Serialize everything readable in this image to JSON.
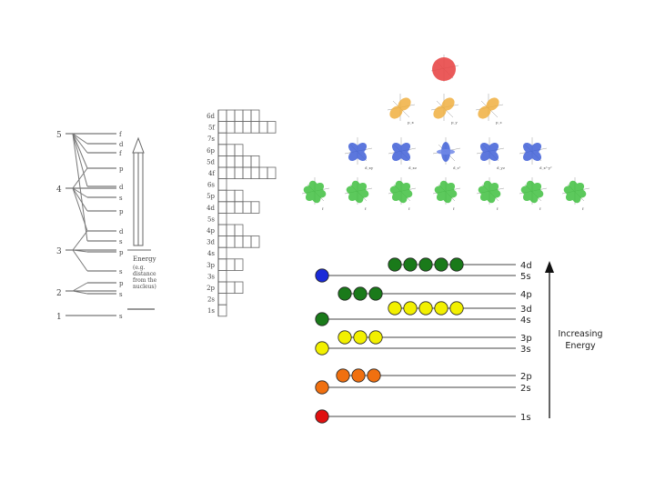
{
  "left_diagram": {
    "shells": [
      "5",
      "4",
      "3",
      "2",
      "1"
    ],
    "sublevel_labels": [
      "f",
      "d",
      "f",
      "p",
      "d",
      "s",
      "p",
      "d",
      "s",
      "p",
      "s",
      "p",
      "s",
      "s"
    ],
    "energy_caption": [
      "Energy",
      "(e.g.",
      "distance",
      "from the",
      "nucleus)"
    ]
  },
  "middle_table": {
    "rows": [
      "6d",
      "5f",
      "7s",
      "6p",
      "5d",
      "4f",
      "6s",
      "5p",
      "4d",
      "5s",
      "4p",
      "3d",
      "4s",
      "3p",
      "3s",
      "2p",
      "2s",
      "1s"
    ]
  },
  "orbital_shapes": {
    "colors": {
      "s": "#e84848",
      "p": "#f0b040",
      "d": "#4060d8",
      "f": "#40c040"
    },
    "row_labels": {
      "p": [
        "p_x",
        "p_y",
        "p_z"
      ],
      "d": [
        "d_xy",
        "d_xz",
        "d_z²",
        "d_yz",
        "d_x²-y²"
      ],
      "f": [
        "f",
        "f",
        "f",
        "f",
        "f",
        "f",
        "f"
      ]
    }
  },
  "energy_diagram": {
    "levels": [
      {
        "label": "4d",
        "electrons": 5,
        "color": "#1a7a1a"
      },
      {
        "label": "5s",
        "electrons": 1,
        "color": "#1a2ad8"
      },
      {
        "label": "4p",
        "electrons": 3,
        "color": "#1a7a1a"
      },
      {
        "label": "3d",
        "electrons": 5,
        "color": "#f2f000"
      },
      {
        "label": "4s",
        "electrons": 1,
        "color": "#1a7a1a"
      },
      {
        "label": "3p",
        "electrons": 3,
        "color": "#f2f000"
      },
      {
        "label": "3s",
        "electrons": 1,
        "color": "#f2f000"
      },
      {
        "label": "2p",
        "electrons": 3,
        "color": "#f07010"
      },
      {
        "label": "2s",
        "electrons": 1,
        "color": "#f07010"
      },
      {
        "label": "1s",
        "electrons": 1,
        "color": "#e01010"
      }
    ],
    "arrow_label_line1": "Increasing",
    "arrow_label_line2": "Energy"
  }
}
